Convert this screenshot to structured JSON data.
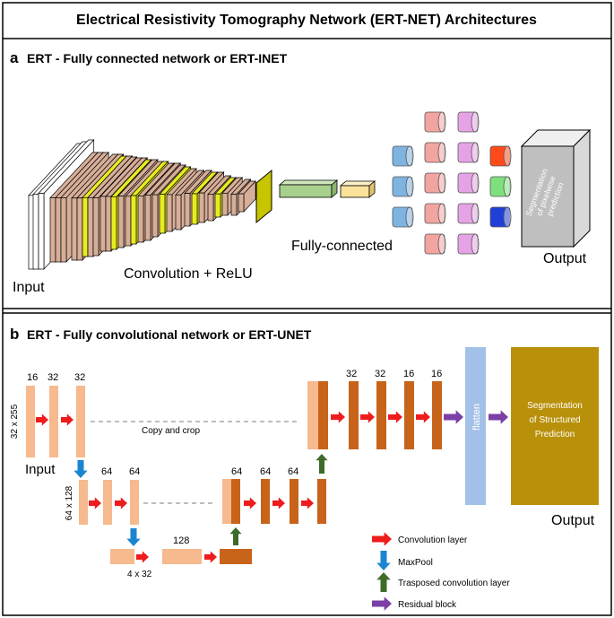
{
  "title": "Electrical Resistivity Tomography Network (ERT-NET) Architectures",
  "panel_a": {
    "letter": "a",
    "heading": "ERT - Fully connected network or ERT-INET",
    "input_label": "Input",
    "conv_label": "Convolution + ReLU",
    "fc_label": "Fully-connected",
    "output_label": "Output",
    "output_text_line1": "Segmentation",
    "output_text_line2": "of pixelwise",
    "output_text_line3": "prediction",
    "colors": {
      "blue_neuron": "#7fb3e0",
      "pink_neuron": "#f2a5a0",
      "violet_neuron": "#e5a3e6",
      "out_red": "#ff4a1a",
      "out_green": "#7de07d",
      "out_blue": "#1f3fd6",
      "conv_layer": "#d7ae98",
      "relu": "#e6ec20",
      "pool": "#c7c400",
      "fc1": "#a8d08d",
      "fc2": "#fbe29a"
    }
  },
  "panel_b": {
    "letter": "b",
    "heading": "ERT - Fully convolutional network or ERT-UNET",
    "enc1_channels": [
      "16",
      "32",
      "32"
    ],
    "enc1_dim": "32 x 255",
    "input_label": "Input",
    "copy_crop_label": "Copy and crop",
    "enc2_channels": [
      "64",
      "64"
    ],
    "enc2_dim": "64 x 128",
    "bottleneck_channels": "128",
    "bottleneck_dim": "4 x 32",
    "dec2_channels": [
      "64",
      "64",
      "64"
    ],
    "dec1_channels": [
      "32",
      "32",
      "16",
      "16"
    ],
    "flatten_label": "flatten",
    "output_box_text": [
      "Segmentation",
      "of Structured",
      "Prediction"
    ],
    "output_label": "Output",
    "legend": [
      {
        "label": "Convolution layer",
        "icon": "red-right-arrow-icon"
      },
      {
        "label": "MaxPool",
        "icon": "blue-down-arrow-icon"
      },
      {
        "label": "Trasposed convolution layer",
        "icon": "green-up-arrow-icon"
      },
      {
        "label": "Residual block",
        "icon": "purple-right-arrow-icon"
      }
    ],
    "colors": {
      "encoder": "#f7b98e",
      "decoder": "#c8631a",
      "conv_arrow": "#ee1c1c",
      "pool_arrow": "#1a86d0",
      "up_arrow": "#3e6b2a",
      "res_arrow": "#7b3fa6",
      "flatten": "#a3c1e8",
      "output_box": "#b8900a"
    }
  }
}
